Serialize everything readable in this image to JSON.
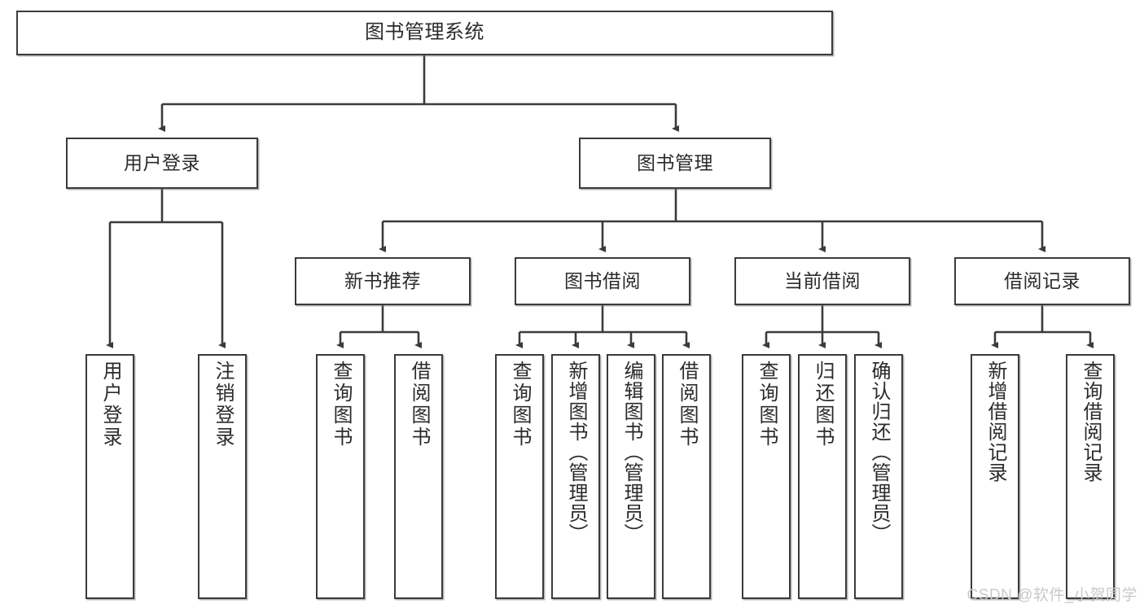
{
  "diagram": {
    "type": "tree",
    "title": "图书管理系统",
    "orientation": "top-down",
    "colors": {
      "box_border": "#3b3b3b",
      "box_fill": "#ffffff",
      "edge": "#3b3b3b",
      "text": "#2b2b2b",
      "watermark": "#c9c9c9"
    },
    "levels": {
      "level1": [
        {
          "id": "root",
          "label": "图书管理系统"
        }
      ],
      "level2": [
        {
          "id": "user-login",
          "label": "用户登录",
          "parent": "root"
        },
        {
          "id": "book-manage",
          "label": "图书管理",
          "parent": "root"
        }
      ],
      "level3": [
        {
          "id": "new-book-rec",
          "label": "新书推荐",
          "parent": "book-manage"
        },
        {
          "id": "book-borrow",
          "label": "图书借阅",
          "parent": "book-manage"
        },
        {
          "id": "current-borrow",
          "label": "当前借阅",
          "parent": "book-manage"
        },
        {
          "id": "borrow-record",
          "label": "借阅记录",
          "parent": "book-manage"
        }
      ],
      "level4": [
        {
          "id": "leaf-user-login",
          "label": "用户登录",
          "parent": "user-login"
        },
        {
          "id": "leaf-logout",
          "label": "注销登录",
          "parent": "user-login"
        },
        {
          "id": "leaf-query-book-1",
          "label": "查询图书",
          "parent": "new-book-rec"
        },
        {
          "id": "leaf-borrow-book-1",
          "label": "借阅图书",
          "parent": "new-book-rec"
        },
        {
          "id": "leaf-query-book-2",
          "label": "查询图书",
          "parent": "book-borrow"
        },
        {
          "id": "leaf-add-book",
          "label": "新增图书（管理员）",
          "parent": "book-borrow"
        },
        {
          "id": "leaf-edit-book",
          "label": "编辑图书（管理员）",
          "parent": "book-borrow"
        },
        {
          "id": "leaf-borrow-book-2",
          "label": "借阅图书",
          "parent": "book-borrow"
        },
        {
          "id": "leaf-query-book-3",
          "label": "查询图书",
          "parent": "current-borrow"
        },
        {
          "id": "leaf-return-book",
          "label": "归还图书",
          "parent": "current-borrow"
        },
        {
          "id": "leaf-confirm-return",
          "label": "确认归还（管理员）",
          "parent": "current-borrow"
        },
        {
          "id": "leaf-add-record",
          "label": "新增借阅记录",
          "parent": "borrow-record"
        },
        {
          "id": "leaf-query-record",
          "label": "查询借阅记录",
          "parent": "borrow-record"
        }
      ]
    }
  },
  "watermark": {
    "text": "CSDN @软件_小贺同学"
  }
}
